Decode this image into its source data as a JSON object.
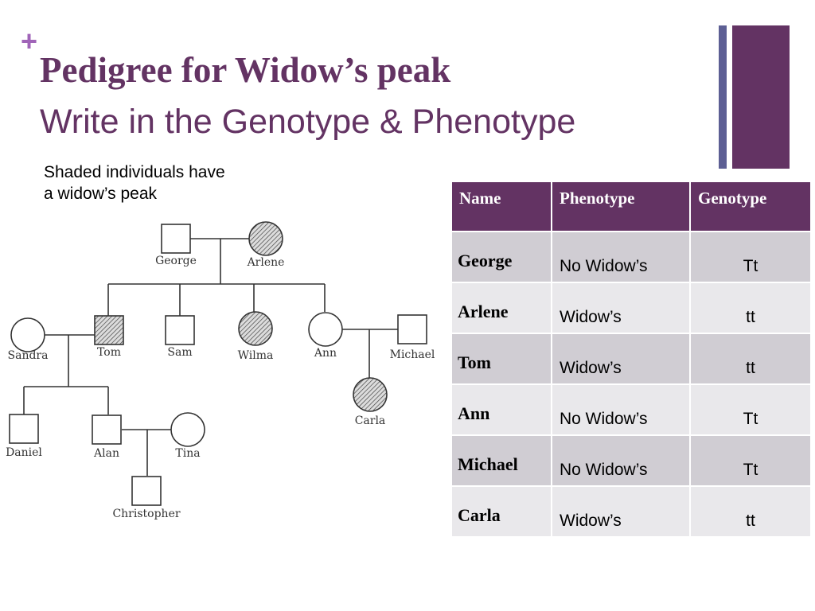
{
  "slide": {
    "plus": "+",
    "title": "Pedigree for Widow’s peak",
    "subtitle": "Write in the Genotype & Phenotype",
    "note_line1": "Shaded individuals have",
    "note_line2": "a widow’s peak"
  },
  "pedigree": {
    "people": [
      {
        "id": "george",
        "name": "George",
        "sex": "male",
        "shaded": false
      },
      {
        "id": "arlene",
        "name": "Arlene",
        "sex": "female",
        "shaded": true
      },
      {
        "id": "sandra",
        "name": "Sandra",
        "sex": "female",
        "shaded": false
      },
      {
        "id": "tom",
        "name": "Tom",
        "sex": "male",
        "shaded": true
      },
      {
        "id": "sam",
        "name": "Sam",
        "sex": "male",
        "shaded": false
      },
      {
        "id": "wilma",
        "name": "Wilma",
        "sex": "female",
        "shaded": true
      },
      {
        "id": "ann",
        "name": "Ann",
        "sex": "female",
        "shaded": false
      },
      {
        "id": "michael",
        "name": "Michael",
        "sex": "male",
        "shaded": false
      },
      {
        "id": "carla",
        "name": "Carla",
        "sex": "female",
        "shaded": true
      },
      {
        "id": "daniel",
        "name": "Daniel",
        "sex": "male",
        "shaded": false
      },
      {
        "id": "alan",
        "name": "Alan",
        "sex": "male",
        "shaded": false
      },
      {
        "id": "tina",
        "name": "Tina",
        "sex": "female",
        "shaded": false
      },
      {
        "id": "christopher",
        "name": "Christopher",
        "sex": "male",
        "shaded": false
      }
    ]
  },
  "table": {
    "headers": [
      "Name",
      "Phenotype",
      "Genotype"
    ],
    "rows": [
      {
        "name": "George",
        "phenotype": "No Widow’s",
        "genotype": "Tt"
      },
      {
        "name": "Arlene",
        "phenotype": "Widow’s",
        "genotype": "tt"
      },
      {
        "name": "Tom",
        "phenotype": "Widow’s",
        "genotype": "tt"
      },
      {
        "name": "Ann",
        "phenotype": "No Widow’s",
        "genotype": "Tt"
      },
      {
        "name": "Michael",
        "phenotype": "No Widow’s",
        "genotype": "Tt"
      },
      {
        "name": "Carla",
        "phenotype": "Widow’s",
        "genotype": "tt"
      }
    ]
  },
  "colors": {
    "accent_purple": "#633363",
    "accent_slate": "#5d5f94",
    "plus_purple": "#a064b8",
    "row_dark": "#d0cdd3",
    "row_light": "#e9e8eb"
  }
}
